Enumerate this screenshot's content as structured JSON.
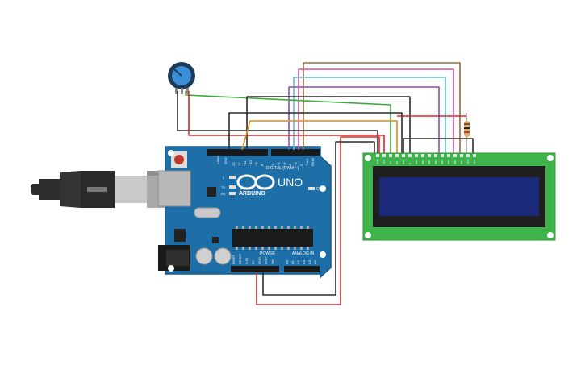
{
  "board": {
    "brand": "ARDUINO",
    "model": "UNO",
    "digital_header_label": "DIGITAL (PWM ~)",
    "power_label": "POWER",
    "analog_label": "ANALOG IN",
    "on_label": "ON",
    "led_l": "L",
    "led_tx": "TX",
    "led_rx": "RX",
    "pin_aref": "AREF",
    "pin_gnd": "GND",
    "digital_pins": [
      "13",
      "12",
      "~11",
      "~10",
      "~9",
      "8",
      "7",
      "~6",
      "~5",
      "4",
      "~3",
      "2",
      "TX▸1",
      "RX◂0"
    ],
    "power_pins": [
      "IOREF",
      "RESET",
      "3.3V",
      "5V",
      "GND",
      "GND",
      "Vin"
    ],
    "analog_pins": [
      "A0",
      "A1",
      "A2",
      "A3",
      "A4",
      "A5"
    ]
  },
  "lcd": {
    "pins": [
      "GND",
      "VCC",
      "V0",
      "RS",
      "RW",
      "E",
      "DB0",
      "DB1",
      "DB2",
      "DB3",
      "DB4",
      "DB5",
      "DB6",
      "DB7",
      "LED+",
      "LED-"
    ]
  },
  "colors": {
    "board": "#1e6fa8",
    "board_edge": "#175a8a",
    "lcd_pcb": "#3db34a",
    "lcd_screen": "#1c2a7a",
    "wire_black": "#2b2b2b",
    "wire_red": "#d42a2a",
    "wire_green": "#3aaa3a",
    "wire_orange": "#e08a1e",
    "wire_brown": "#9b6b3a",
    "wire_pink": "#d64fa0",
    "wire_cyan": "#5bc0c8",
    "wire_purple": "#8c4fb0"
  },
  "icons": {
    "usb": "usb-cable-icon",
    "pot": "potentiometer-icon",
    "resistor": "resistor-icon"
  }
}
